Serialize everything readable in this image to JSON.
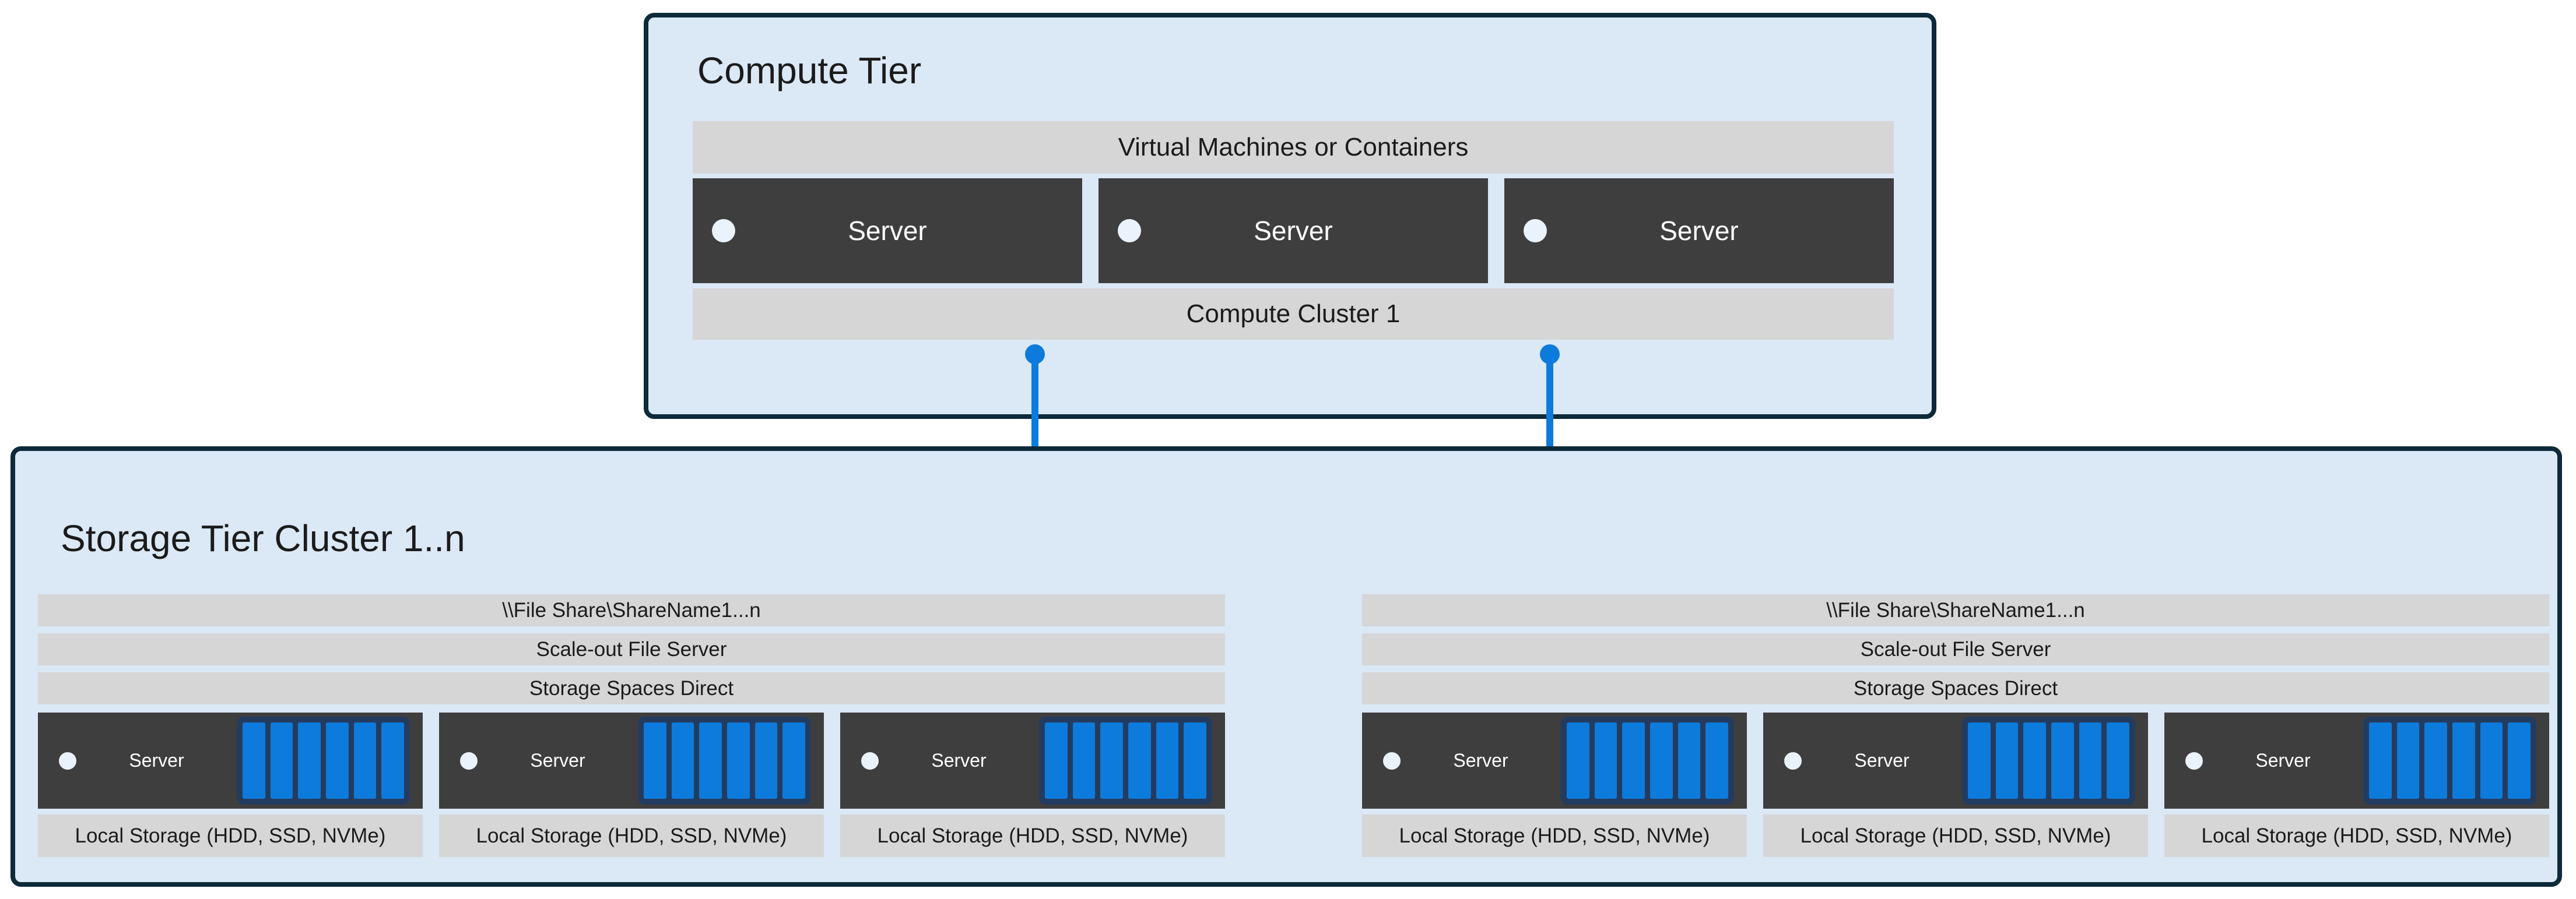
{
  "colors": {
    "background": "#FFFFFF",
    "tier_fill": "#DBE8F6",
    "tier_border": "#0C2A3A",
    "bar_gray": "#D6D6D6",
    "server_dark": "#3E3E3E",
    "accent_blue": "#0D7BDB",
    "disk_frame_navy": "#243B60",
    "node_dot": "#EAF3FC",
    "text_dark": "#1B1B1B",
    "text_light": "#FFFFFF"
  },
  "compute_tier": {
    "title": "Compute Tier",
    "platform_bar": "Virtual Machines or Containers",
    "servers": [
      {
        "label": "Server"
      },
      {
        "label": "Server"
      },
      {
        "label": "Server"
      }
    ],
    "cluster_bar": "Compute Cluster 1"
  },
  "storage_tier": {
    "title": "Storage Tier Cluster 1..n",
    "clusters": [
      {
        "file_share_bar": "\\\\File Share\\ShareName1...n",
        "scale_out_bar": "Scale-out File Server",
        "spaces_direct_bar": "Storage Spaces Direct",
        "servers": [
          {
            "label": "Server",
            "local_storage": "Local Storage (HDD, SSD, NVMe)"
          },
          {
            "label": "Server",
            "local_storage": "Local Storage (HDD, SSD, NVMe)"
          },
          {
            "label": "Server",
            "local_storage": "Local Storage (HDD, SSD, NVMe)"
          }
        ]
      },
      {
        "file_share_bar": "\\\\File Share\\ShareName1...n",
        "scale_out_bar": "Scale-out File Server",
        "spaces_direct_bar": "Storage Spaces Direct",
        "servers": [
          {
            "label": "Server",
            "local_storage": "Local Storage (HDD, SSD, NVMe)"
          },
          {
            "label": "Server",
            "local_storage": "Local Storage (HDD, SSD, NVMe)"
          },
          {
            "label": "Server",
            "local_storage": "Local Storage (HDD, SSD, NVMe)"
          }
        ]
      }
    ]
  }
}
